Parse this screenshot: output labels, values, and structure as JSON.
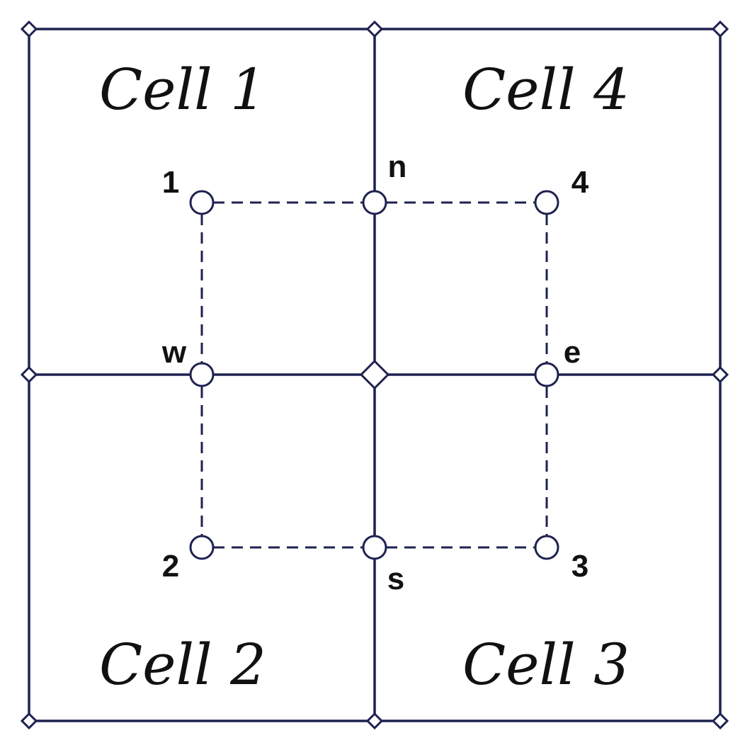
{
  "colors": {
    "line": "#1e2250",
    "text": "#111111",
    "background": "#ffffff"
  },
  "cells": [
    {
      "id": "1",
      "label": "Cell 1"
    },
    {
      "id": "4",
      "label": "Cell 4"
    },
    {
      "id": "2",
      "label": "Cell 2"
    },
    {
      "id": "3",
      "label": "Cell 3"
    }
  ],
  "nodes": {
    "corner_1": "1",
    "corner_4": "4",
    "corner_2": "2",
    "corner_3": "3",
    "north": "n",
    "south": "s",
    "west": "w",
    "east": "e"
  }
}
